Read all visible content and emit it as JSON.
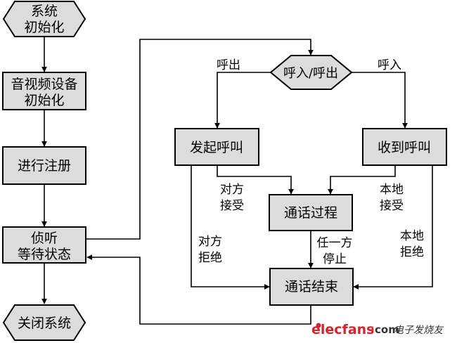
{
  "nodes": {
    "start": [
      "系统",
      "初始化"
    ],
    "av_init": [
      "音视频设备",
      "初始化"
    ],
    "register": [
      "进行注册"
    ],
    "listen": [
      "侦听",
      "等待状态"
    ],
    "close": [
      "关闭系统"
    ],
    "decision": [
      "呼入/呼出"
    ],
    "initiate": [
      "发起呼叫"
    ],
    "receive": [
      "收到呼叫"
    ],
    "in_call": [
      "通话过程"
    ],
    "end_call": [
      "通话结束"
    ]
  },
  "edge_labels": {
    "call_out": "呼出",
    "call_in": "呼入",
    "remote_accept": [
      "对方",
      "接受"
    ],
    "local_accept": [
      "本地",
      "接受"
    ],
    "remote_reject": [
      "对方",
      "拒绝"
    ],
    "local_reject": [
      "本地",
      "拒绝"
    ],
    "either_stop": [
      "任一方",
      "停止"
    ]
  },
  "watermark": {
    "brand": "elecfans",
    "dot": "·",
    "suffix": "com",
    "cn": "电子发烧友"
  },
  "colors": {
    "box_fill": "#dcdcdc",
    "watermark_red": "#d8232a",
    "watermark_dark": "#333333"
  }
}
